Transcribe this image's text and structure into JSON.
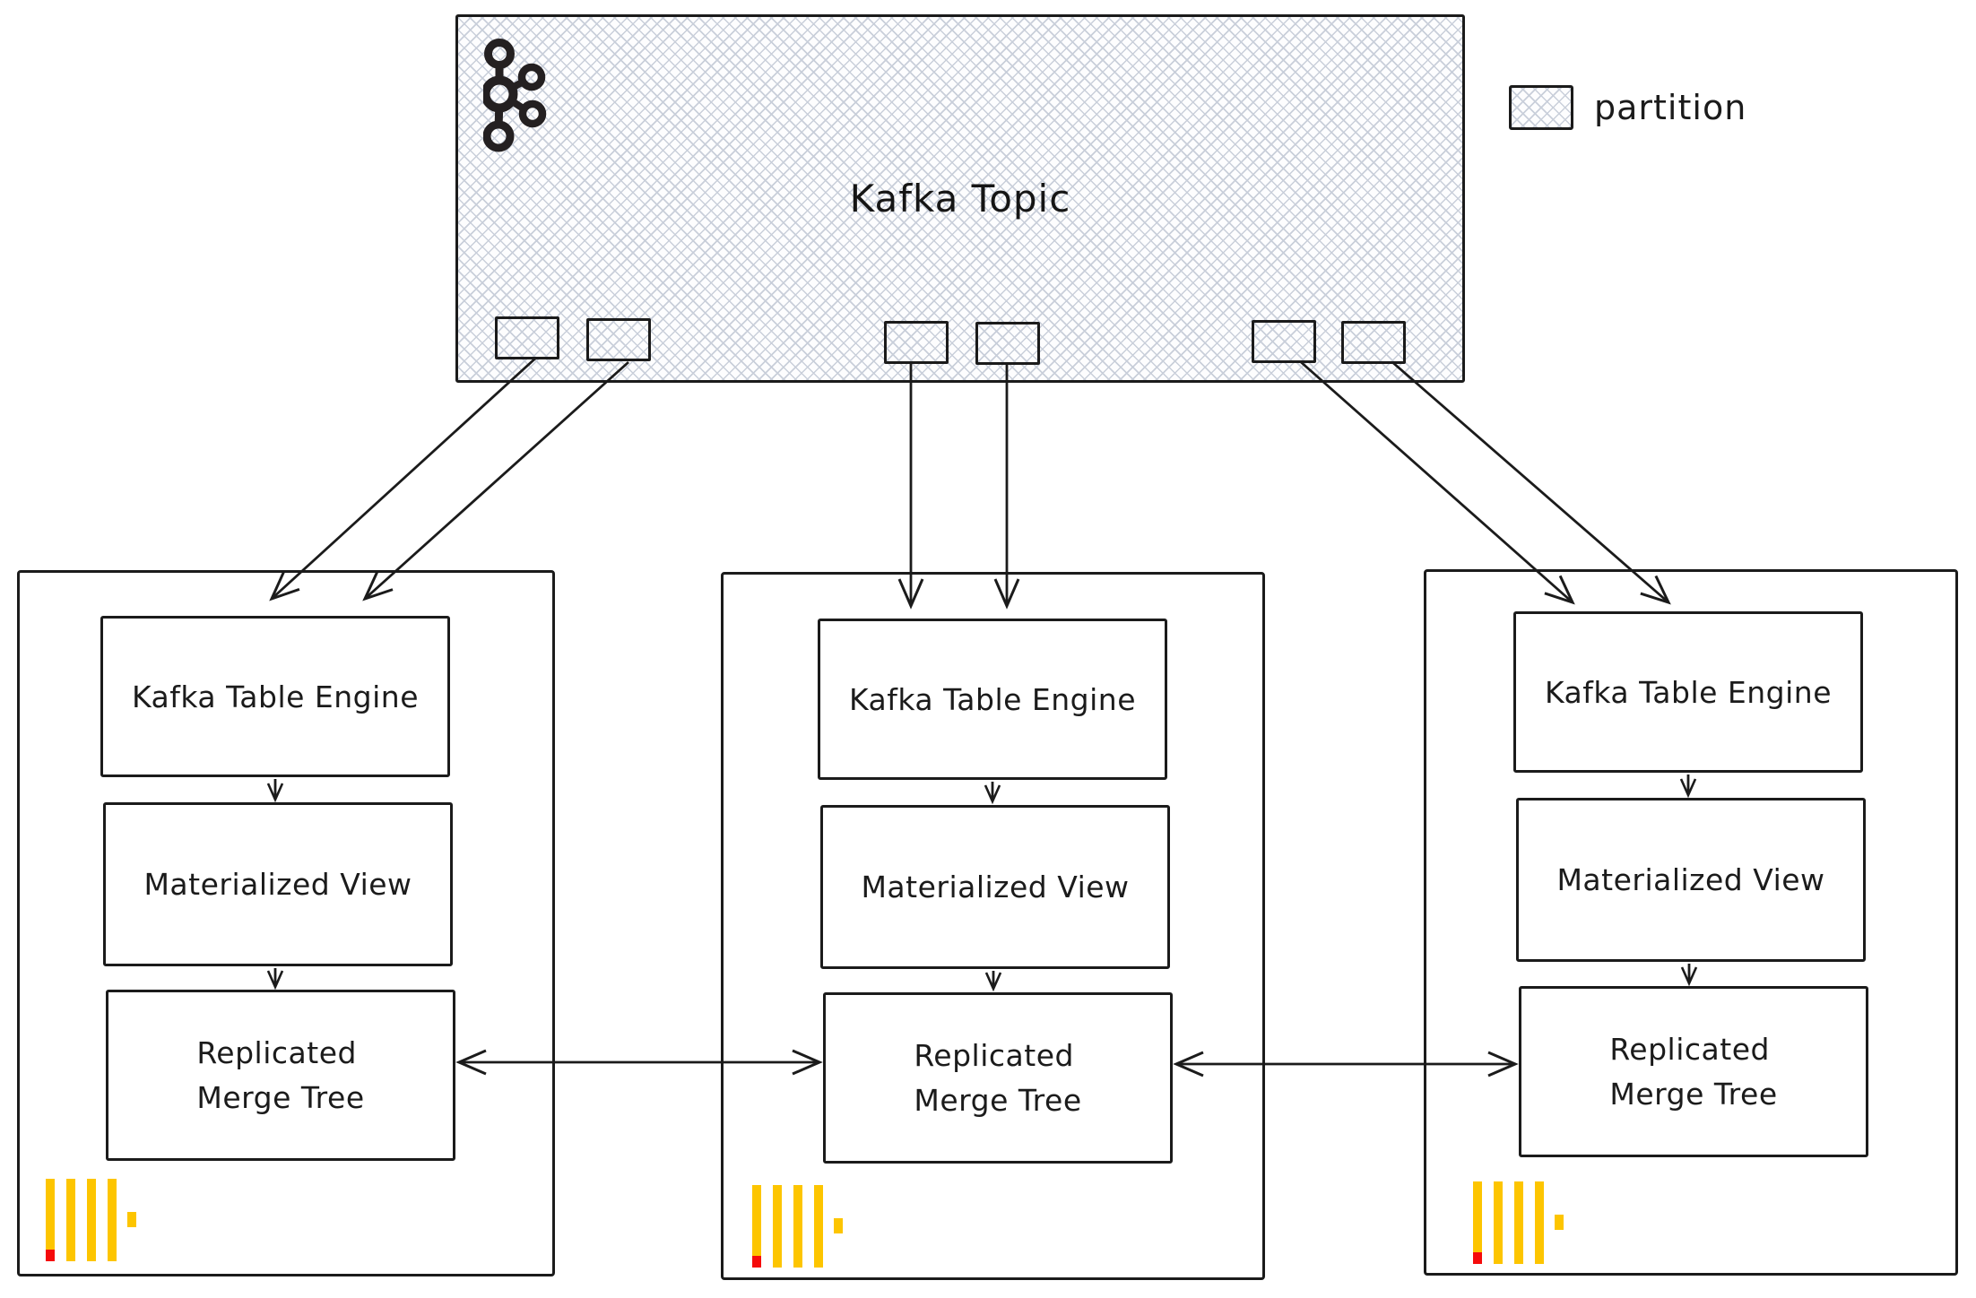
{
  "kafka_topic": {
    "title": "Kafka Topic",
    "partition_count": 6
  },
  "legend": {
    "label": "partition"
  },
  "replicas": [
    {
      "kafka_table_engine": "Kafka Table Engine",
      "materialized_view": "Materialized View",
      "replicated_merge_tree_line1": "Replicated",
      "replicated_merge_tree_line2": "Merge Tree"
    },
    {
      "kafka_table_engine": "Kafka Table Engine",
      "materialized_view": "Materialized View",
      "replicated_merge_tree_line1": "Replicated",
      "replicated_merge_tree_line2": "Merge Tree"
    },
    {
      "kafka_table_engine": "Kafka Table Engine",
      "materialized_view": "Materialized View",
      "replicated_merge_tree_line1": "Replicated",
      "replicated_merge_tree_line2": "Merge Tree"
    }
  ],
  "icons": {
    "kafka_logo": "kafka-icon",
    "clickhouse_logo": "clickhouse-icon",
    "partition_swatch": "partition-swatch"
  },
  "colors": {
    "ink": "#1b1b1b",
    "hatch_line": "#c9cfda",
    "clickhouse_yellow": "#fdc500",
    "clickhouse_red": "#f50b0b",
    "canvas_bg": "#ffffff"
  }
}
